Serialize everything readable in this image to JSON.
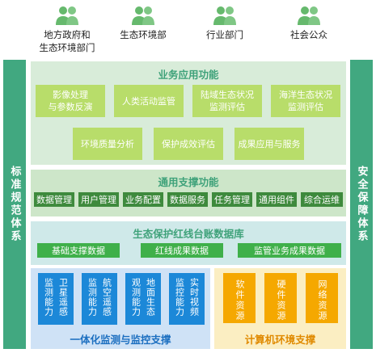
{
  "users": [
    {
      "line1": "地方政府和",
      "line2": "生态环境部门"
    },
    {
      "line1": "生态环境部",
      "line2": ""
    },
    {
      "line1": "行业部门",
      "line2": ""
    },
    {
      "line1": "社会公众",
      "line2": ""
    }
  ],
  "left_bar": "标准规范体系",
  "right_bar": "安全保障体系",
  "business": {
    "title": "业务应用功能",
    "row1": [
      {
        "line1": "影像处理",
        "line2": "与参数反演"
      },
      {
        "line1": "人类活动监管",
        "line2": ""
      },
      {
        "line1": "陆域生态状况",
        "line2": "监测评估"
      },
      {
        "line1": "海洋生态状况",
        "line2": "监测评估"
      }
    ],
    "row2": [
      "环境质量分析",
      "保护成效评估",
      "成果应用与服务"
    ]
  },
  "common": {
    "title": "通用支撑功能",
    "items": [
      "数据管理",
      "用户管理",
      "业务配置",
      "数据服务",
      "任务管理",
      "通用组件",
      "综合运维"
    ]
  },
  "database": {
    "title": "生态保护红线台账数据库",
    "items": [
      "基础支撑数据",
      "红线成果数据",
      "监管业务成果数据"
    ]
  },
  "monitoring": {
    "title": "一体化监测与监控支撑",
    "boxes": [
      {
        "col1": "监测能力",
        "col2": "卫星遥感"
      },
      {
        "col1": "监测能力",
        "col2": "航空遥感"
      },
      {
        "col1": "观测能力",
        "col2": "地面生态"
      },
      {
        "col1": "监控能力",
        "col2": "实时视频"
      }
    ]
  },
  "computing": {
    "title": "计算机环境支撑",
    "boxes": [
      "软件资源",
      "硬件资源",
      "网络资源"
    ]
  },
  "colors": {
    "side_bar": "#41a880",
    "light_green": "#b8dd6a",
    "dark_green": "#3e8a3d",
    "bright_green": "#3fb04a",
    "blue": "#1c88d8",
    "orange": "#f5a800",
    "title_green": "#3fa27a"
  },
  "icons": [
    "user-icon"
  ]
}
